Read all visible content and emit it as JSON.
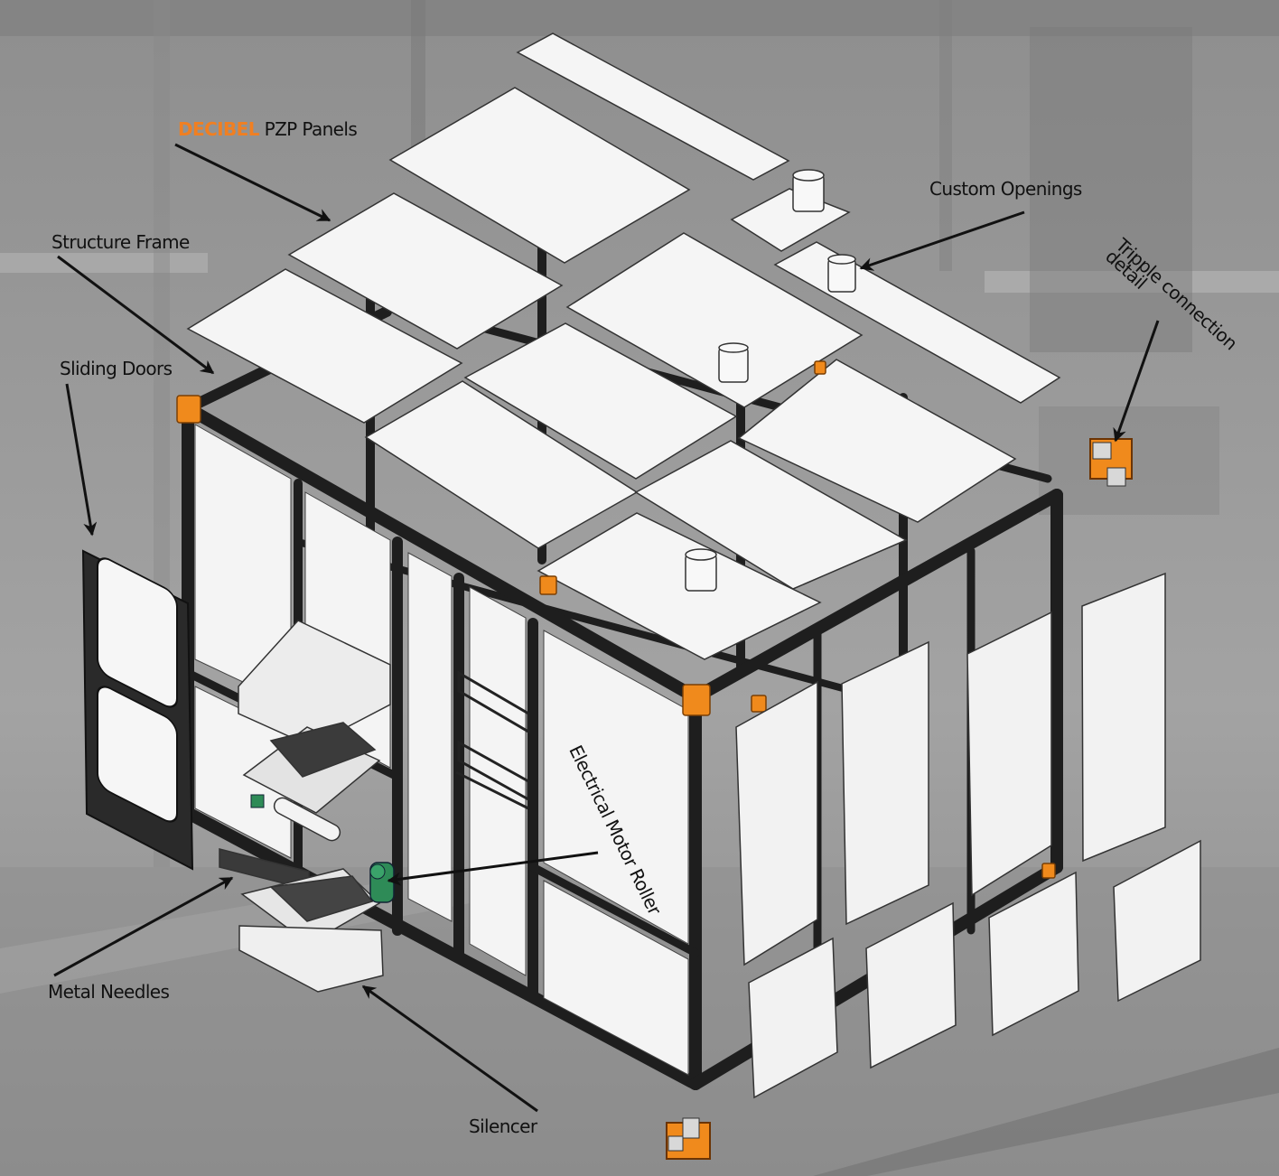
{
  "callouts": {
    "panels": {
      "brand": "DECIBEL",
      "text": "PZP Panels"
    },
    "structure_frame": "Structure Frame",
    "sliding_doors": "Sliding Doors",
    "custom_openings": "Custom Openings",
    "tripple_connection": {
      "line1": "Tripple connection",
      "line2": "detail"
    },
    "electrical_motor_roller": "Electrical Motor Roller",
    "metal_needles": "Metal Needles",
    "silencer": "Silencer"
  },
  "colors": {
    "frame": "#1e1e1e",
    "panel": "#f4f4f4",
    "connector": "#f08a1c",
    "motor": "#2e8b57",
    "background": "#9a9a9a",
    "brand": "#f07f22"
  }
}
